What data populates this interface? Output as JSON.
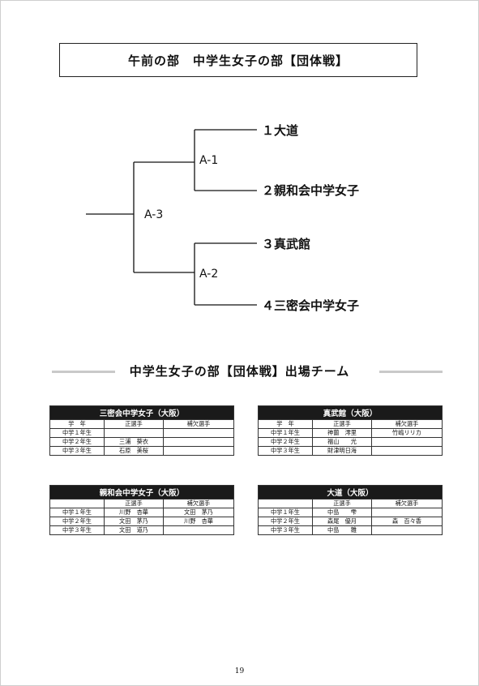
{
  "title": "午前の部　中学生女子の部【団体戦】",
  "bracket": {
    "final_match": "A-3",
    "matches": [
      "A-1",
      "A-2"
    ],
    "teams": [
      "１大道",
      "２親和会中学女子",
      "３真武館",
      "４三密会中学女子"
    ]
  },
  "section_heading": "中学生女子の部【団体戦】出場チーム",
  "column_headers": {
    "grade": "学　年",
    "regular": "正選手",
    "substitute": "補欠選手"
  },
  "tables": [
    {
      "team": "三密会中学女子（大阪）",
      "show_grade_header": true,
      "rows": [
        {
          "grade": "中学１年生",
          "regular": "",
          "substitute": ""
        },
        {
          "grade": "中学２年生",
          "regular": "三浦　葵衣",
          "substitute": ""
        },
        {
          "grade": "中学３年生",
          "regular": "石原　美桜",
          "substitute": ""
        }
      ]
    },
    {
      "team": "真武館（大阪）",
      "show_grade_header": true,
      "rows": [
        {
          "grade": "中学１年生",
          "regular": "神薗　澪里",
          "substitute": "竹嶋リリカ"
        },
        {
          "grade": "中学２年生",
          "regular": "福山　　光",
          "substitute": ""
        },
        {
          "grade": "中学３年生",
          "regular": "財津明日海",
          "substitute": ""
        }
      ]
    },
    {
      "team": "親和会中学女子（大阪）",
      "show_grade_header": false,
      "rows": [
        {
          "grade": "中学１年生",
          "regular": "川野　杏華",
          "substitute": "文田　茅乃"
        },
        {
          "grade": "中学２年生",
          "regular": "文田　茅乃",
          "substitute": "川野　杏華"
        },
        {
          "grade": "中学３年生",
          "regular": "文田　道乃",
          "substitute": ""
        }
      ]
    },
    {
      "team": "大道（大阪）",
      "show_grade_header": false,
      "rows": [
        {
          "grade": "中学１年生",
          "regular": "中島　　雫",
          "substitute": ""
        },
        {
          "grade": "中学２年生",
          "regular": "森尾　優月",
          "substitute": "森　百々香"
        },
        {
          "grade": "中学３年生",
          "regular": "中島　　雛",
          "substitute": ""
        }
      ]
    }
  ],
  "page_number": "19"
}
